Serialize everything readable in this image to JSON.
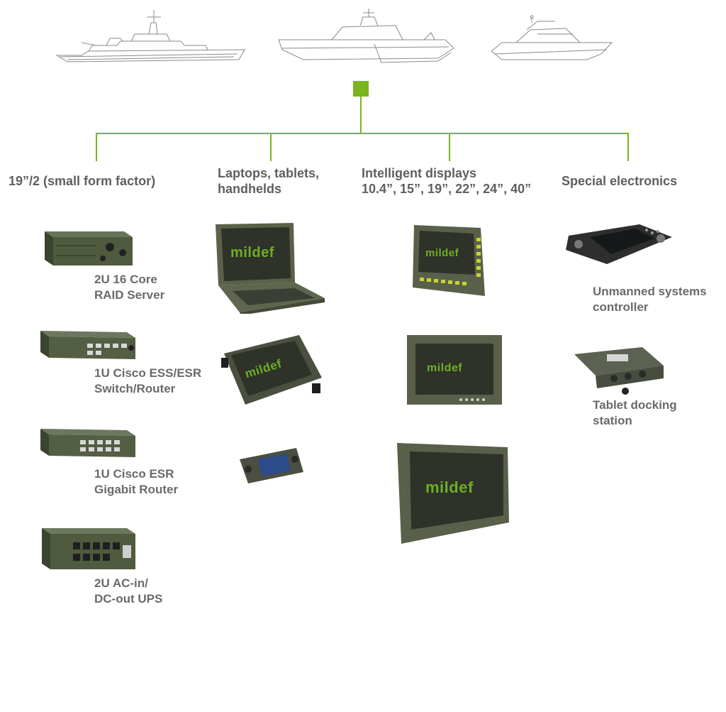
{
  "colors": {
    "accent": "#7ab51d",
    "text": "#666666",
    "hardware": "#4e5a3a"
  },
  "platforms": [
    {
      "name": "destroyer-ship-drawing"
    },
    {
      "name": "trimaran-ship-drawing"
    },
    {
      "name": "patrol-boat-drawing"
    }
  ],
  "columns": [
    {
      "heading": "19”/2 (small form factor)",
      "items": [
        {
          "label": "2U 16 Core\nRAID Server"
        },
        {
          "label": "1U Cisco ESS/ESR\nSwitch/Router"
        },
        {
          "label": "1U Cisco ESR\nGigabit Router"
        },
        {
          "label": "2U AC-in/\nDC-out UPS"
        }
      ]
    },
    {
      "heading": "Laptops, tablets,\nhandhelds",
      "items": []
    },
    {
      "heading": "Intelligent displays\n10.4”, 15”, 19”, 22”, 24”, 40”",
      "items": []
    },
    {
      "heading": "Special electronics",
      "items": [
        {
          "label": "Unmanned systems\ncontroller"
        },
        {
          "label": "Tablet docking\nstation"
        }
      ]
    }
  ],
  "brand": {
    "logo_text": "mildef"
  }
}
